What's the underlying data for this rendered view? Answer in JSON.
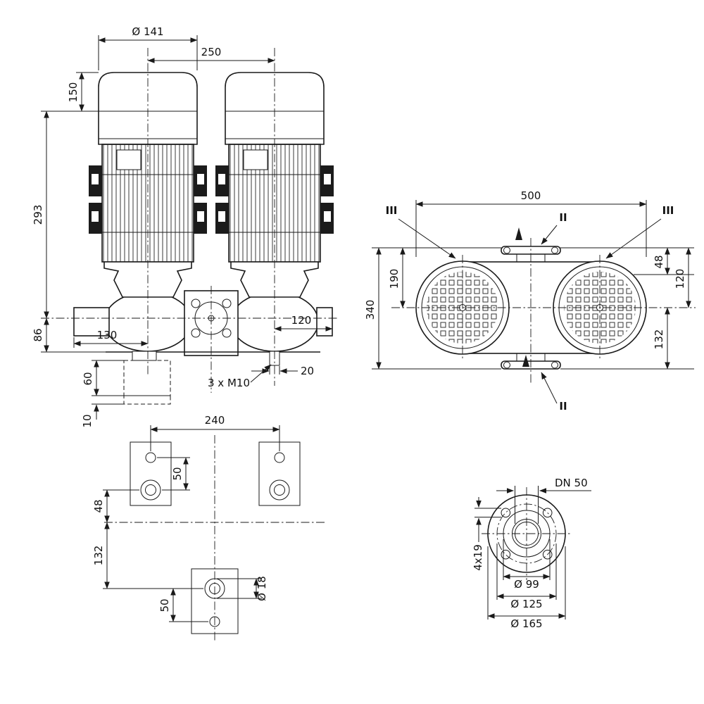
{
  "drawing": {
    "kind": "pump-dimensional-drawing",
    "line_color": "#1a1a1a",
    "background": "#ffffff"
  },
  "front_view": {
    "motor_diameter": "Ø 141",
    "motor_spacing": "250",
    "fan_cowl_height": "150",
    "motor_height": "293",
    "axis_to_base": "86",
    "port_to_axis_left": "130",
    "axis_to_port_right": "120",
    "foundation_height": "60",
    "plate_thickness": "10",
    "fixing_thread": "3 x M10",
    "stub_width": "20"
  },
  "top_view": {
    "overall_width": "500",
    "flange_to_axis": "190",
    "overall_depth": "340",
    "dim_48": "48",
    "dim_120": "120",
    "dim_132": "132",
    "section_left": "III",
    "section_right": "III",
    "section_top": "II",
    "section_bottom": "II"
  },
  "foot_plan": {
    "hole_spacing_x": "240",
    "hole_spacing_upper": "50",
    "dim_48": "48",
    "dim_132": "132",
    "hole_spacing_lower": "50",
    "hole_diameter": "Ø 18"
  },
  "flange_view": {
    "nominal_diameter": "DN 50",
    "bolt_holes": "4x19",
    "inner_diameter": "Ø 99",
    "bolt_circle": "Ø 125",
    "outer_diameter": "Ø 165"
  }
}
